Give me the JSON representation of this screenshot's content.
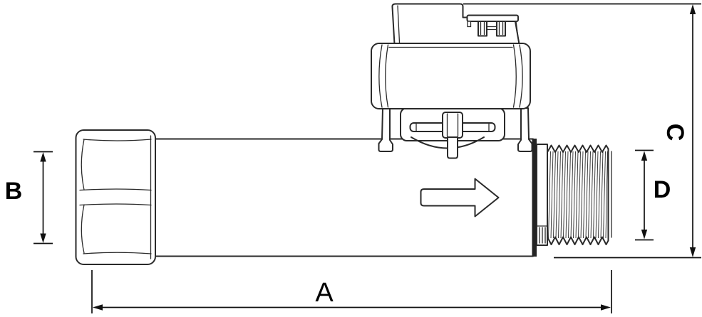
{
  "page": {
    "background": "#ffffff"
  },
  "drawing": {
    "type": "technical-dimension-diagram",
    "subject": "motorized-valve-side-view",
    "stroke_color": "#2a2a2a",
    "dimension_color": "#111111",
    "label_color": "#000000",
    "dimension_labels": {
      "a": "A",
      "b": "B",
      "c": "C",
      "d": "D"
    },
    "icons": {
      "flow_arrow": "right-arrow-outline",
      "dimension_a": "horizontal-double-arrow",
      "dimension_b": "vertical-double-arrow",
      "dimension_c": "vertical-double-arrow",
      "dimension_d": "vertical-double-arrow"
    }
  }
}
